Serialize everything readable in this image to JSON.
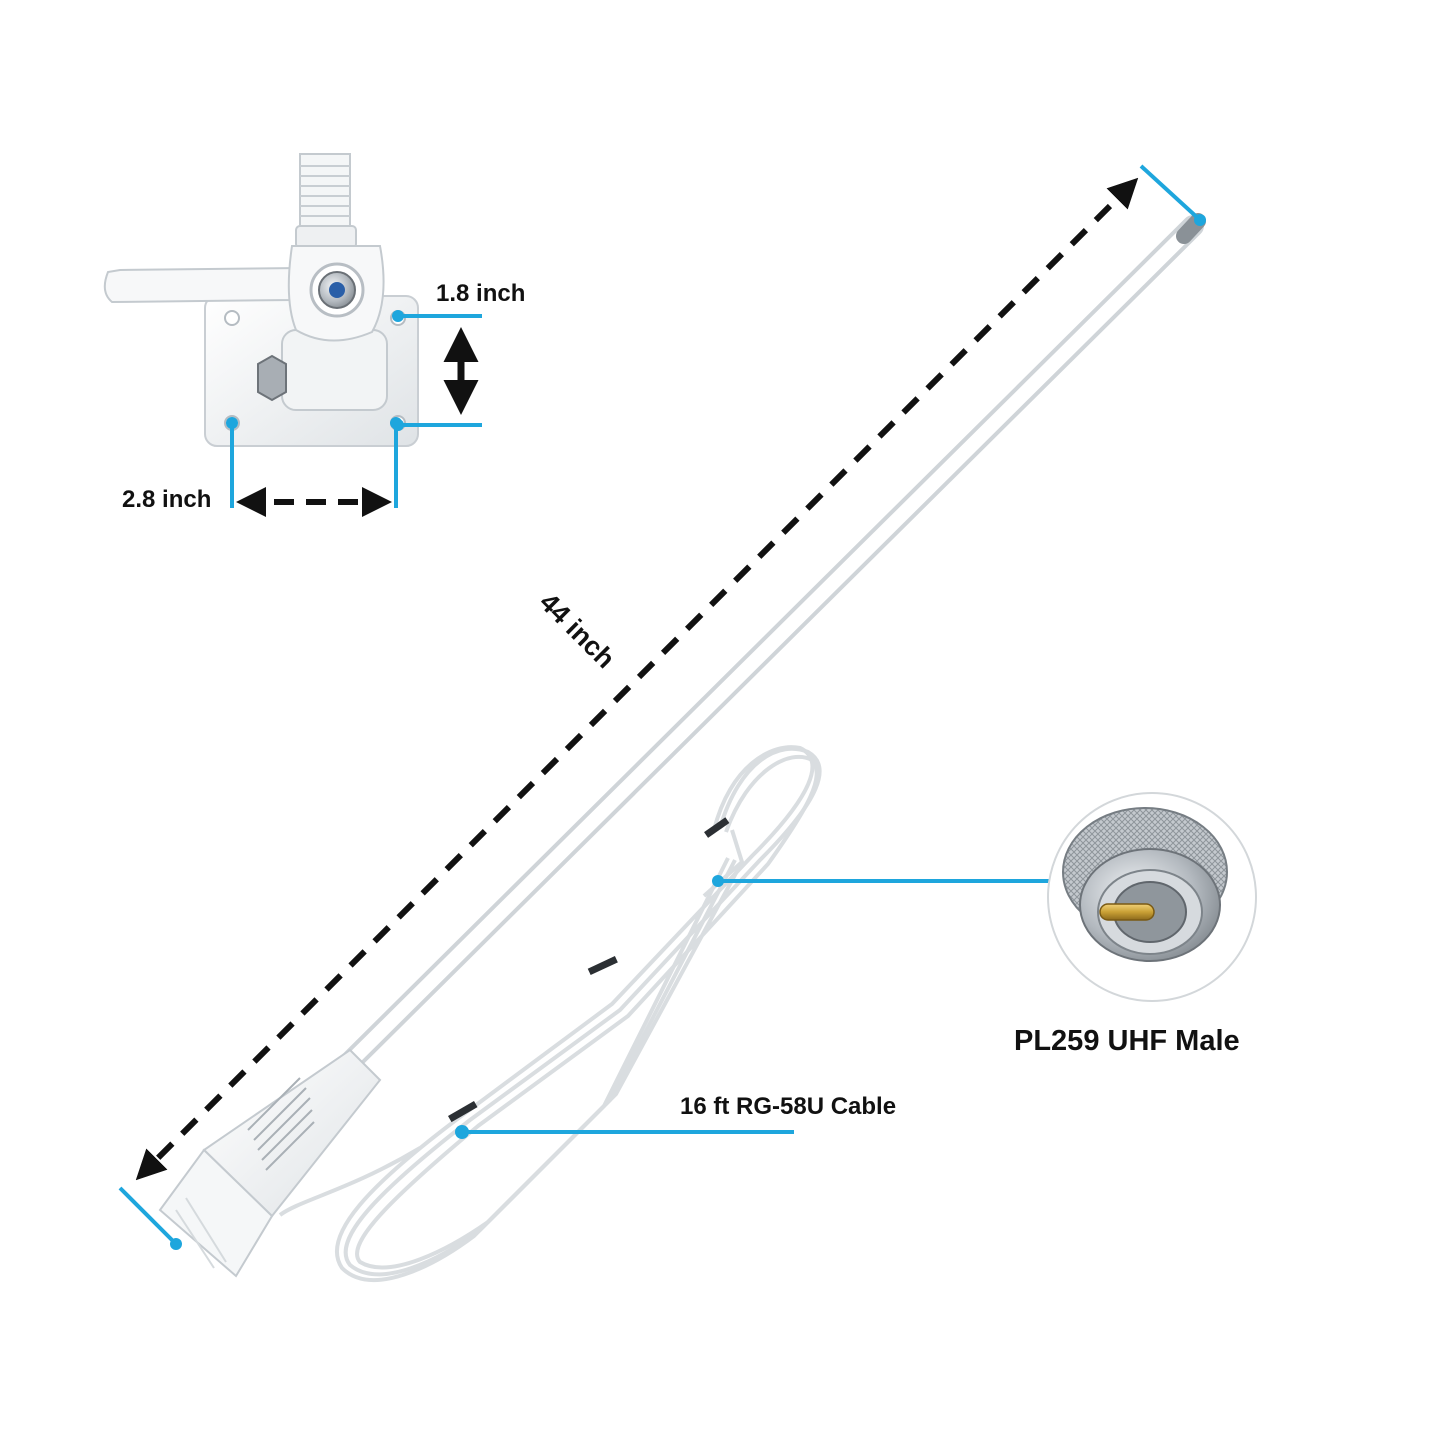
{
  "labels": {
    "mount_height": "1.8 inch",
    "mount_width": "2.8 inch",
    "antenna_length": "44 inch",
    "cable": "16 ft RG-58U Cable",
    "connector": "PL259 UHF Male"
  },
  "colors": {
    "accent": "#1ea6dd",
    "arrow": "#111111",
    "white_part": "#f6f7f8",
    "outline": "#c9ced3",
    "chrome": "#b8bec4",
    "brass": "#c9a035"
  },
  "icons": {
    "mount": "ratchet-mount-icon",
    "antenna": "fiberglass-antenna-icon",
    "cable": "coiled-cable-icon",
    "connector": "pl259-connector-icon"
  }
}
